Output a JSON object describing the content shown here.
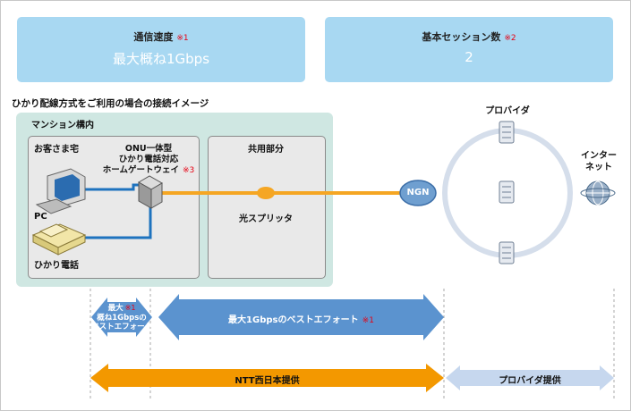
{
  "speed_card": {
    "label": "通信速度",
    "note": "※1",
    "value": "最大概ね1Gbps"
  },
  "session_card": {
    "label": "基本セッション数",
    "note": "※2",
    "value": "2"
  },
  "diagram_title": "ひかり配線方式をご利用の場合の接続イメージ",
  "mansion": {
    "label": "マンション構内"
  },
  "home": {
    "label": "お客さま宅",
    "pc": "PC",
    "phone": "ひかり電話"
  },
  "onu": {
    "line1": "ONU一体型",
    "line2": "ひかり電話対応",
    "line3": "ホームゲートウェイ",
    "note": "※3"
  },
  "shared": {
    "label": "共用部分",
    "splitter": "光スプリッタ"
  },
  "ngn": "NGN",
  "provider": "プロバイダ",
  "internet": {
    "line1": "インター",
    "line2": "ネット"
  },
  "arrow_small": {
    "line1": "最大",
    "note": "※1",
    "line2": "概ね1Gbpsの",
    "line3": "ベストエフォート"
  },
  "arrow_big": {
    "text": "最大1Gbpsのベストエフォート",
    "note": "※1"
  },
  "ntt": "NTT西日本提供",
  "provider_supply": "プロバイダ提供",
  "colors": {
    "card": "#a8d8f2",
    "zone": "#cfe7e2",
    "fiber": "#f5a623",
    "lan": "#1e73be",
    "arrow_blue": "#5b93cf",
    "ntt_orange": "#f39800",
    "provider_light": "#c6d7ee",
    "note_red": "#e60012"
  }
}
